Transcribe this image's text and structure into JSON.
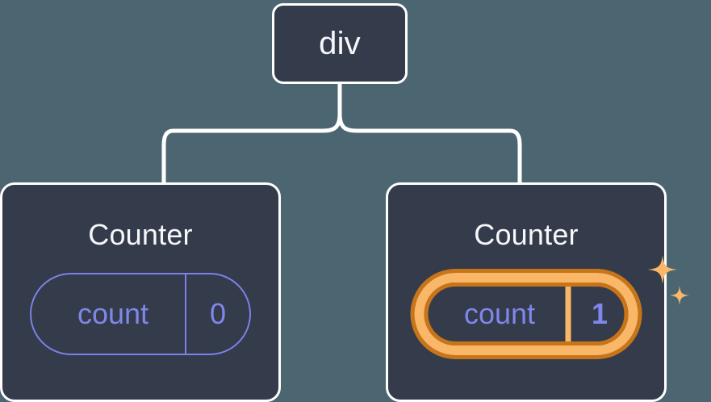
{
  "diagram": {
    "type": "component-tree",
    "background_color": "#4c6671",
    "node_fill_color": "#343b4a",
    "node_border_color": "#ffffff",
    "connector_color": "#ffffff",
    "state_color": "#7f87ea",
    "highlight_inner_color": "#f9b767",
    "highlight_outer_color": "#c8751a",
    "sparkle_color": "#f9b767"
  },
  "root": {
    "label": "div"
  },
  "children": [
    {
      "label": "Counter",
      "state": {
        "key": "count",
        "value": "0"
      },
      "highlighted": false
    },
    {
      "label": "Counter",
      "state": {
        "key": "count",
        "value": "1"
      },
      "highlighted": true
    }
  ],
  "icons": {
    "sparkle_large": "sparkle-icon",
    "sparkle_small": "sparkle-small-icon"
  }
}
